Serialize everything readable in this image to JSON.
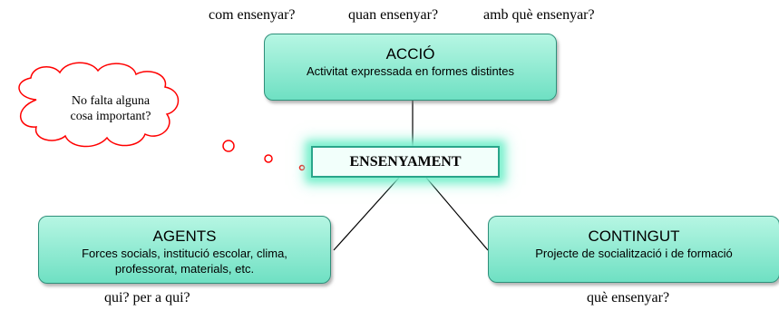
{
  "questions": {
    "how": "com ensenyar?",
    "when": "quan ensenyar?",
    "with_what": "amb què ensenyar?",
    "who": "qui? per a qui?",
    "what": "què ensenyar?"
  },
  "nodes": {
    "accio": {
      "title": "ACCIÓ",
      "desc": "Activitat expressada en formes distintes"
    },
    "center": {
      "title": "ENSENYAMENT"
    },
    "agents": {
      "title": "AGENTS",
      "desc_line1": "Forces socials, institució escolar, clima,",
      "desc_line2": "professorat, materials, etc."
    },
    "contingut": {
      "title": "CONTINGUT",
      "desc": "Projecte de socialització i de formació"
    }
  },
  "thought_cloud": {
    "line1": "No falta alguna",
    "line2": "cosa important?",
    "outline_color": "#ff0000"
  },
  "colors": {
    "box_fill": "#8ee9d0",
    "box_border": "#2f8f7a",
    "glow": "#7ff0cf"
  }
}
